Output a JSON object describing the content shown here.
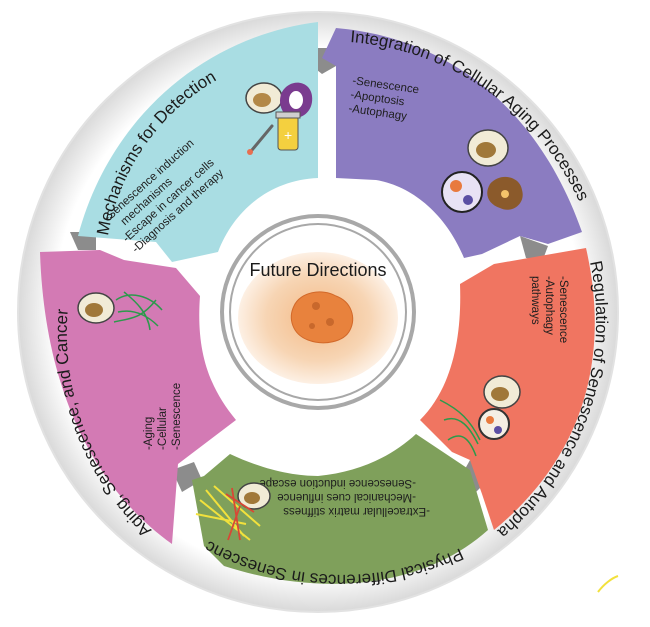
{
  "center": {
    "title": "Future Directions"
  },
  "segments": [
    {
      "id": "detection",
      "title": "Mechanisms for Detection",
      "color": "#a9dde3",
      "items": [
        "-Senescence induction",
        "mechanisms",
        "-Escape in cancer cells",
        "-Diagnosis and therapy"
      ]
    },
    {
      "id": "integration",
      "title": "Integration of Cellular Aging Processes",
      "color": "#8b7cc1",
      "items": [
        "-Senescence",
        "-Apoptosis",
        "-Autophagy"
      ]
    },
    {
      "id": "regulation",
      "title": "Regulation of Senescence and Autophagy",
      "color": "#f07561",
      "items": [
        "-Senescence",
        "-Autophagy",
        "pathways"
      ]
    },
    {
      "id": "physical",
      "title": "Physical Differences in Senescence",
      "color": "#7fa05b",
      "items": [
        "-Extracellular matrix stiffness",
        "-Mechanical cues influence",
        "-Senescence induction escape"
      ]
    },
    {
      "id": "aging",
      "title": "Aging, Senescence, and Cancer",
      "color": "#d37ab4",
      "items": [
        "-Aging",
        "-Cellular",
        "-Senescence"
      ]
    }
  ]
}
